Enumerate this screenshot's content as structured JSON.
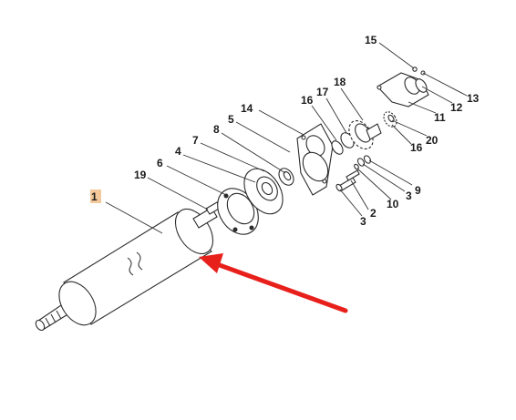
{
  "colors": {
    "highlight": "#f3c99b",
    "arrow": "#e8201c",
    "line": "#2b2b2b"
  },
  "labels": {
    "p1": "1",
    "p19": "19",
    "p6": "6",
    "p4": "4",
    "p7": "7",
    "p8": "8",
    "p5": "5",
    "p14": "14",
    "p16a": "16",
    "p17": "17",
    "p18": "18",
    "p15": "15",
    "p13": "13",
    "p12": "12",
    "p11": "11",
    "p20": "20",
    "p16b": "16",
    "p9": "9",
    "p3a": "3",
    "p10": "10",
    "p2": "2",
    "p3b": "3"
  }
}
